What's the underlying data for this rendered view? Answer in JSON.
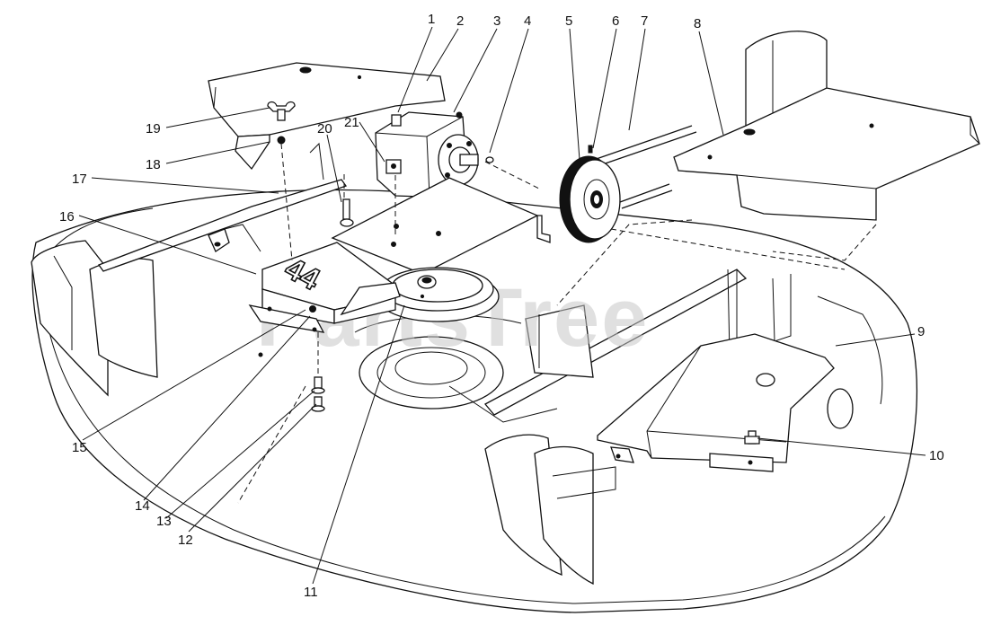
{
  "diagram": {
    "callouts": [
      "1",
      "2",
      "3",
      "4",
      "5",
      "6",
      "7",
      "8",
      "9",
      "10",
      "11",
      "12",
      "13",
      "14",
      "15",
      "16",
      "17",
      "18",
      "19",
      "20",
      "21"
    ],
    "plate_label": "44",
    "watermark": "PartsTree"
  }
}
